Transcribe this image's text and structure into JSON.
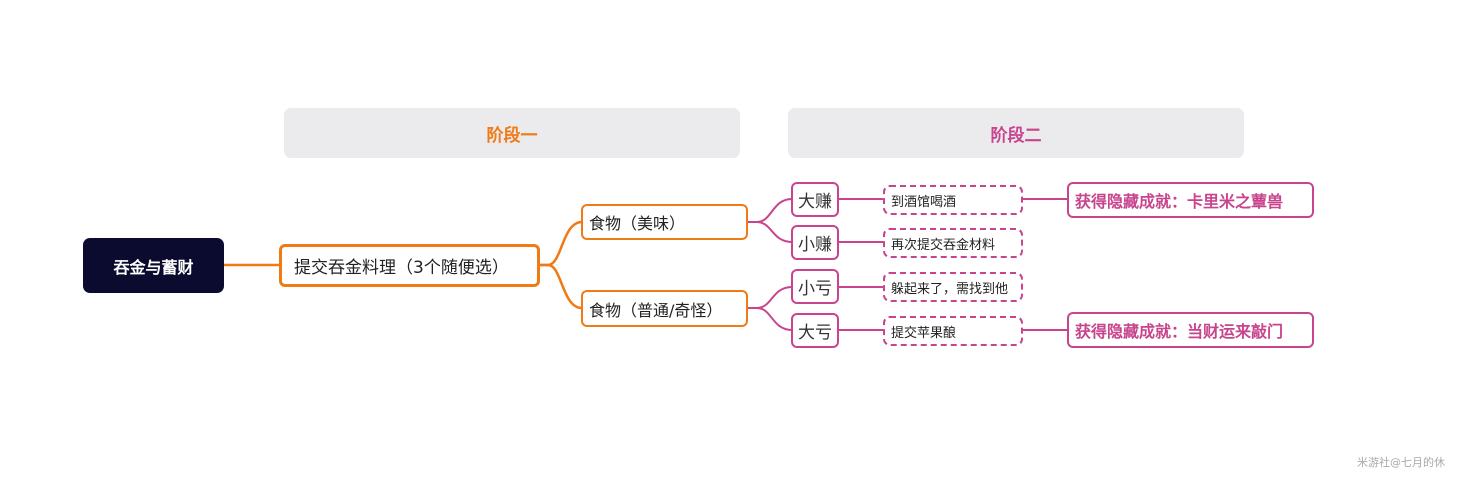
{
  "stages": [
    "阶段一",
    "阶段二"
  ],
  "root": "吞金与蓄财",
  "submit": "提交吞金料理（3个随便选）",
  "foods": [
    "食物（美味）",
    "食物（普通/奇怪）"
  ],
  "outcomes": [
    "大赚",
    "小赚",
    "小亏",
    "大亏"
  ],
  "actions": [
    "到酒馆喝酒",
    "再次提交吞金材料",
    "躲起来了，需找到他",
    "提交苹果酿"
  ],
  "achievements": [
    "获得隐藏成就：卡里米之蕈兽",
    "获得隐藏成就：当财运来敲门"
  ],
  "watermark": "米游社@七月的休",
  "colors": {
    "orange": "#f07a16",
    "pink": "#c8458e",
    "root_bg": "#0a0b2e",
    "band_bg": "#ebeaed"
  }
}
